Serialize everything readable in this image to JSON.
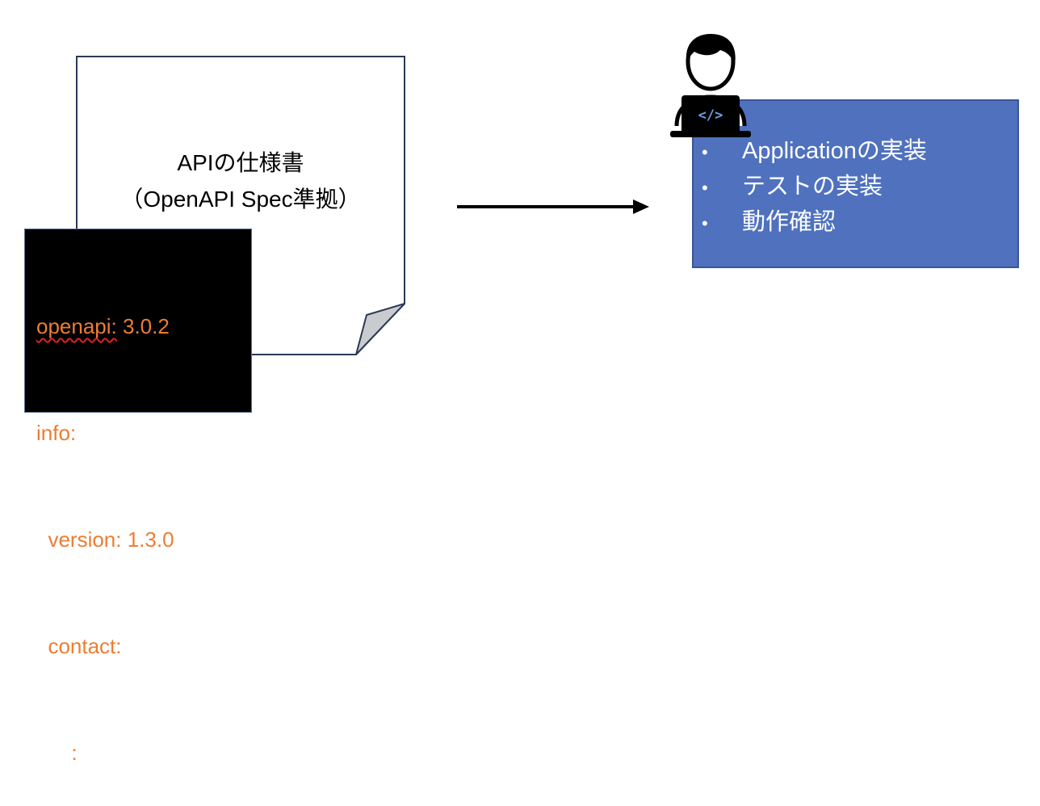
{
  "document": {
    "title_line1": "APIの仕様書",
    "title_line2": "（OpenAPI Spec準拠）"
  },
  "code_snippet": {
    "lines": [
      {
        "key": "openapi:",
        "value": " 3.0.2"
      },
      {
        "key": "info:",
        "value": ""
      },
      {
        "key": "  version:",
        "value": " 1.3.0"
      },
      {
        "key": "  contact:",
        "value": ""
      },
      {
        "key": "      :",
        "value": ""
      }
    ],
    "text_color": "#ed7d31",
    "background": "#000000"
  },
  "developer": {
    "icon": "developer-laptop-icon",
    "laptop_symbol": "</>"
  },
  "tasks": {
    "items": [
      "Applicationの実装",
      "テストの実装",
      "動作確認"
    ],
    "bullet": "•",
    "box_color": "#4f71be"
  }
}
